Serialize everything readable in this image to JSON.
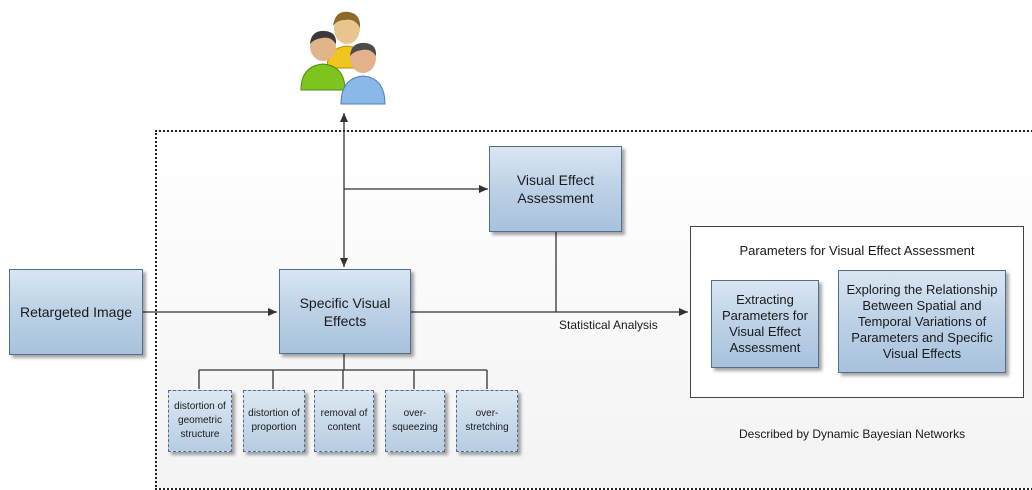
{
  "nodes": {
    "retargeted_image": "Retargeted Image",
    "specific_visual_effects": "Specific Visual Effects",
    "visual_effect_assessment": "Visual Effect Assessment",
    "extracting_parameters": "Extracting Parameters for Visual Effect Assessment",
    "exploring_relationship": "Exploring the Relationship Between Spatial and Temporal Variations of Parameters and Specific Visual Effects"
  },
  "effects": [
    "distortion of geometric structure",
    "distortion of proportion",
    "removal of content",
    "over-squeezing",
    "over-stretching"
  ],
  "panel": {
    "title": "Parameters for Visual Effect Assessment"
  },
  "labels": {
    "statistical_analysis": "Statistical Analysis",
    "described_by": "Described by Dynamic Bayesian Networks"
  },
  "icons": {
    "observers": "users-group-icon"
  }
}
